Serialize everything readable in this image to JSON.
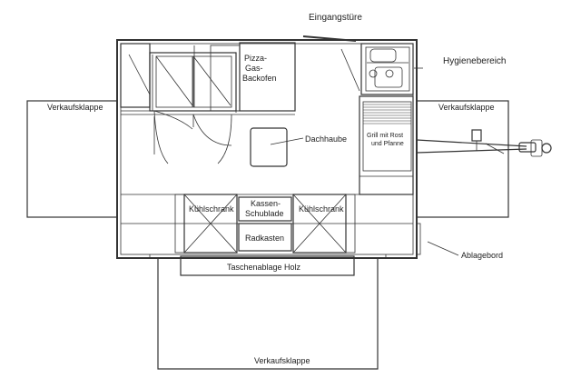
{
  "labels": {
    "entrance_door": "Eingangstüre",
    "hygiene_area": "Hygienebereich",
    "sales_flap_left": "Verkaufsklappe",
    "sales_flap_right": "Verkaufsklappe",
    "sales_flap_bottom": "Verkaufsklappe",
    "pizza_oven_line1": "Pizza-",
    "pizza_oven_line2": "Gas-",
    "pizza_oven_line3": "Backofen",
    "extractor_hood": "Dachhaube",
    "grill_line1": "Grill mit Rost",
    "grill_line2": "und Pfanne",
    "fridge_left": "Kühlschrank",
    "fridge_right": "Kühlschrank",
    "cash_drawer_line1": "Kassen-",
    "cash_drawer_line2": "Schublade",
    "wheel_box": "Radkasten",
    "bag_shelf": "Taschenablage Holz",
    "storage_shelf": "Ablagebord"
  }
}
